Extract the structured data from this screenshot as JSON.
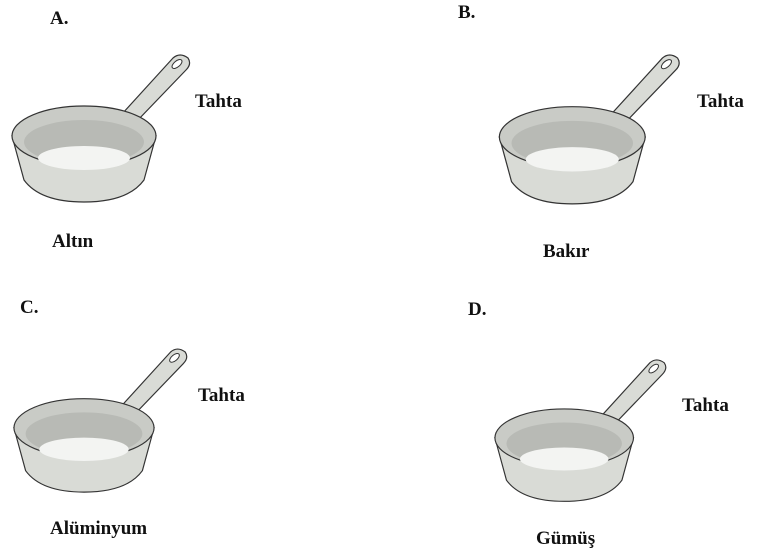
{
  "options": [
    {
      "letter": "A.",
      "handle": "Tahta",
      "body": "Altın"
    },
    {
      "letter": "B.",
      "handle": "Tahta",
      "body": "Bakır"
    },
    {
      "letter": "C.",
      "handle": "Tahta",
      "body": "Alüminyum"
    },
    {
      "letter": "D.",
      "handle": "Tahta",
      "body": "Gümüş"
    }
  ],
  "colors": {
    "pan_outer": "#d9dbd6",
    "pan_inner": "#c9cbc6",
    "pan_bottom": "#f3f4f2",
    "outline": "#333333"
  }
}
